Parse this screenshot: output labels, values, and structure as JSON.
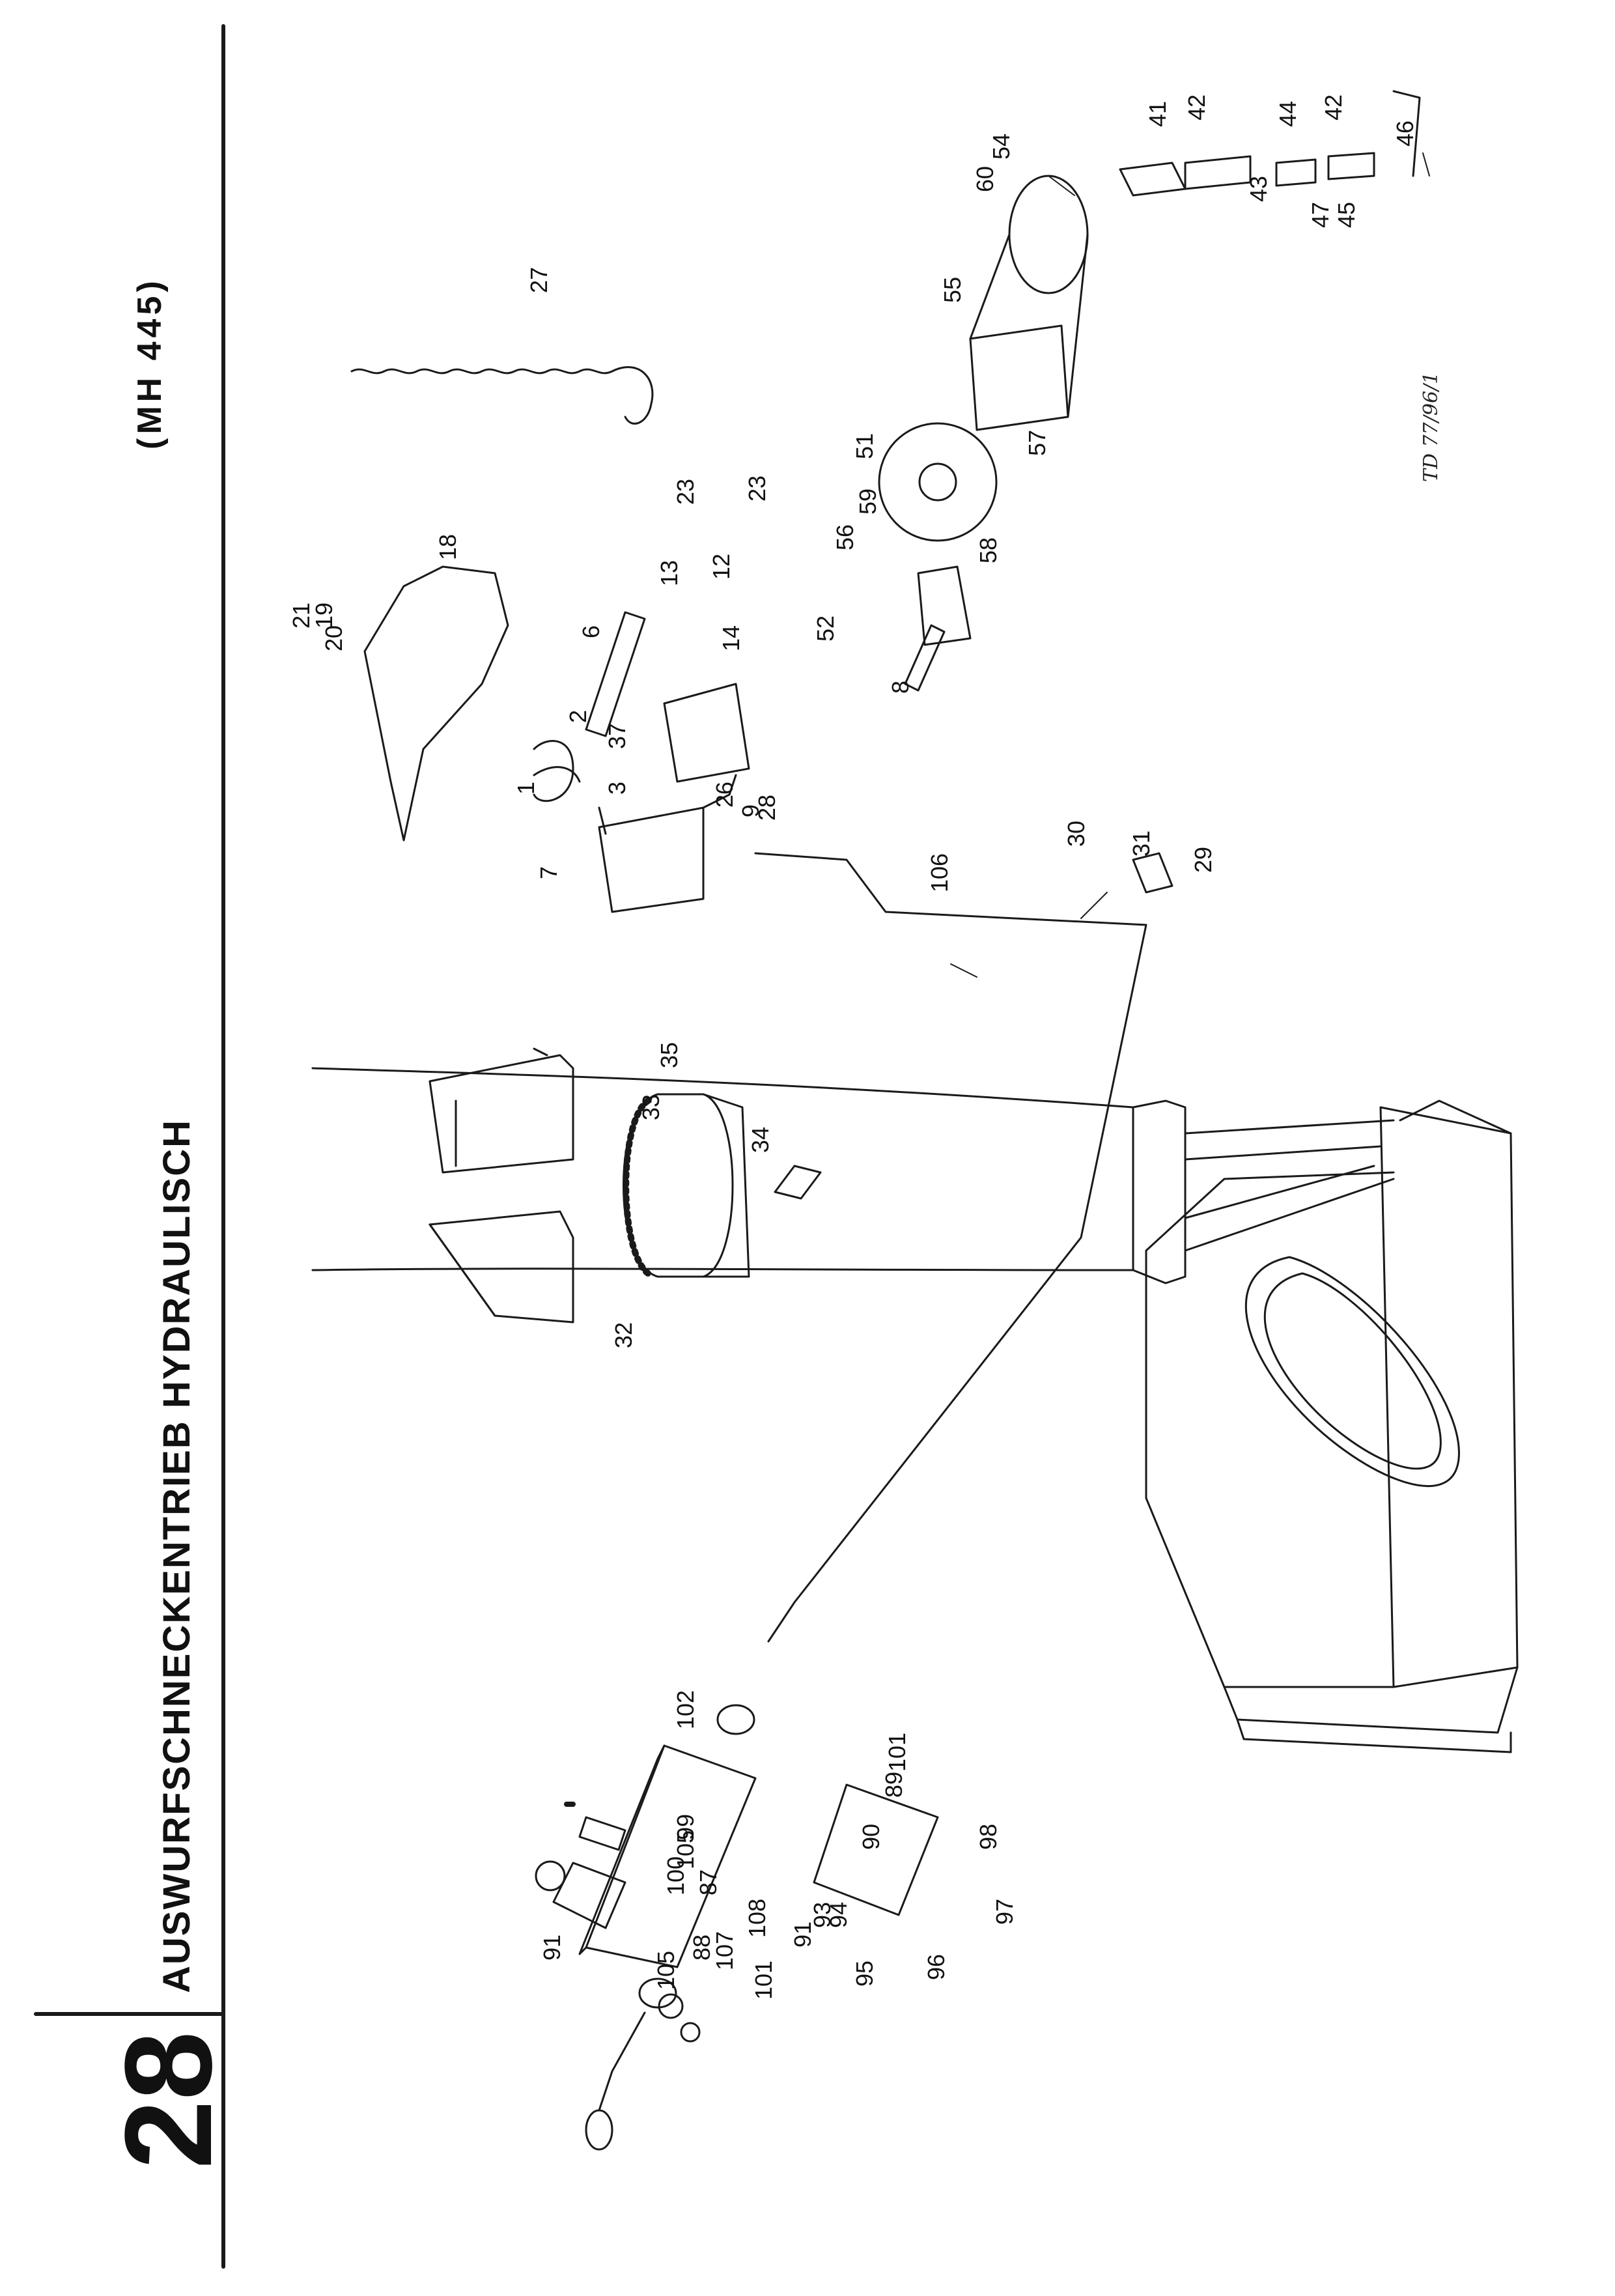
{
  "page": {
    "number": "28",
    "title": "AUSWURFSCHNECKENTRIEB HYDRAULISCH",
    "model": "(MH 445)",
    "drawing_no": "TD 77/96/1"
  },
  "callouts": [
    "1",
    "2",
    "3",
    "6",
    "7",
    "8",
    "9",
    "12",
    "13",
    "14",
    "18",
    "19",
    "20",
    "21",
    "23",
    "23",
    "26",
    "27",
    "28",
    "29",
    "30",
    "31",
    "32",
    "33",
    "34",
    "35",
    "37",
    "41",
    "42",
    "42",
    "43",
    "44",
    "45",
    "46",
    "47",
    "51",
    "52",
    "54",
    "55",
    "56",
    "57",
    "58",
    "59",
    "60",
    "87",
    "88",
    "89",
    "90",
    "91",
    "91",
    "93",
    "94",
    "95",
    "96",
    "97",
    "98",
    "99",
    "100",
    "101",
    "101",
    "102",
    "105",
    "105",
    "106",
    "107",
    "108"
  ]
}
